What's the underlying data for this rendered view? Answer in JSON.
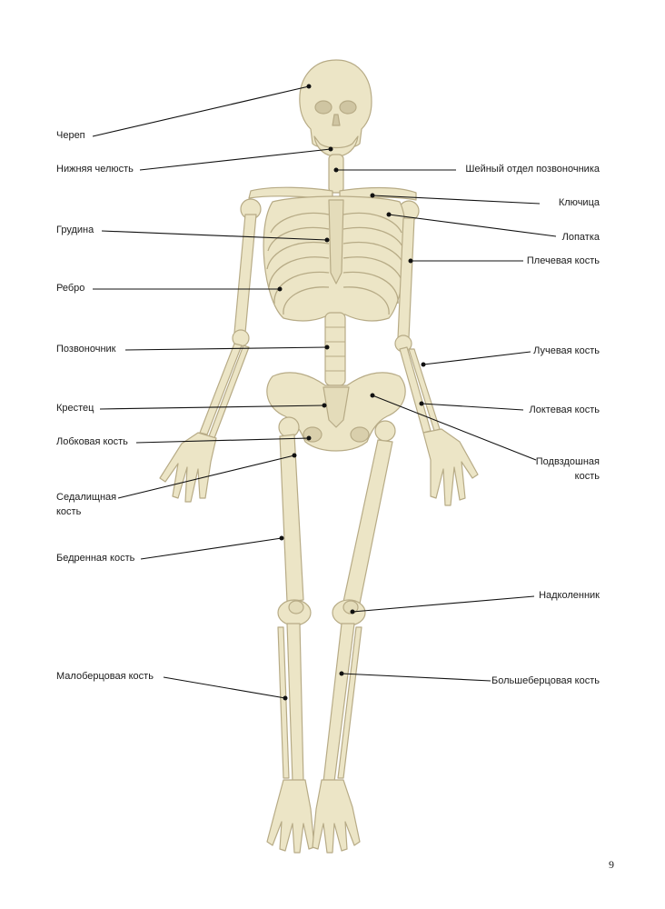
{
  "labels": {
    "skull": "Череп",
    "mandible": "Нижняя челюсть",
    "sternum": "Грудина",
    "rib": "Ребро",
    "spine": "Позвоночник",
    "sacrum": "Крестец",
    "pubis": "Лобковая кость",
    "ischium_1": "Седалищная",
    "ischium_2": "кость",
    "femur": "Бедренная кость",
    "fibula": "Малоберцовая кость",
    "cervical": "Шейный отдел позвоночника",
    "clavicle": "Ключица",
    "scapula": "Лопатка",
    "humerus": "Плечевая кость",
    "radius": "Лучевая кость",
    "ulna": "Локтевая кость",
    "ilium_1": "Подвздошная",
    "ilium_2": "кость",
    "patella": "Надколенник",
    "tibia": "Большеберцовая кость"
  },
  "page_number": "9",
  "colors": {
    "bone": "#ece5c6",
    "bone_stroke": "#b7ab86",
    "leader": "#111111"
  }
}
